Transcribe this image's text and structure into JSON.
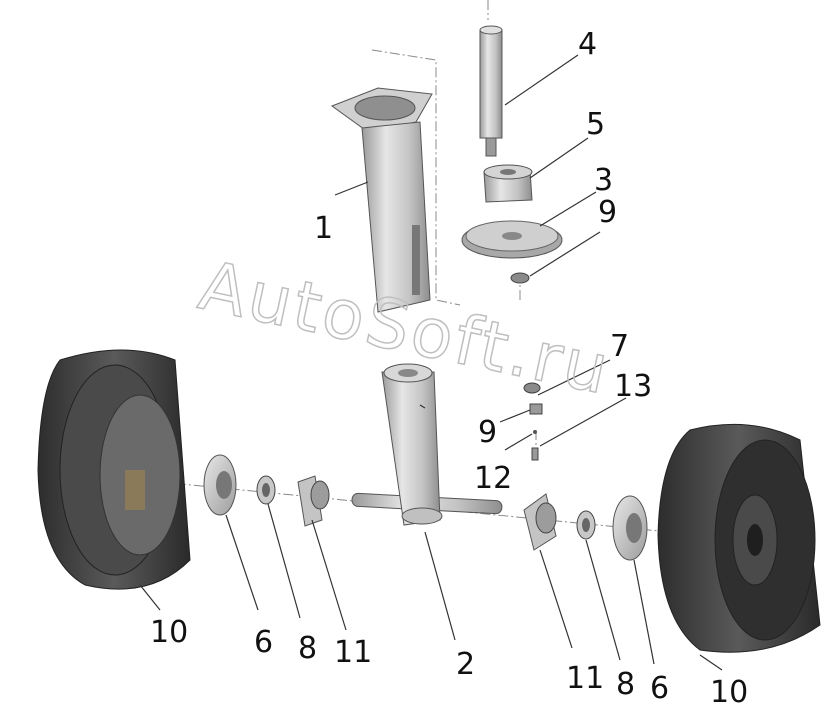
{
  "diagram": {
    "watermark": "AutoSoft.ru",
    "callouts": [
      "1",
      "2",
      "3",
      "4",
      "5",
      "6",
      "6",
      "7",
      "8",
      "8",
      "9",
      "9",
      "10",
      "10",
      "11",
      "11",
      "12",
      "13"
    ]
  },
  "colors": {
    "tire_dark": "#3a3a3a",
    "tire_mid": "#5a5a5a",
    "metal_light": "#d9d9d9",
    "metal_mid": "#b3b3b3",
    "metal_dark": "#8a8a8a",
    "line": "#333333"
  }
}
